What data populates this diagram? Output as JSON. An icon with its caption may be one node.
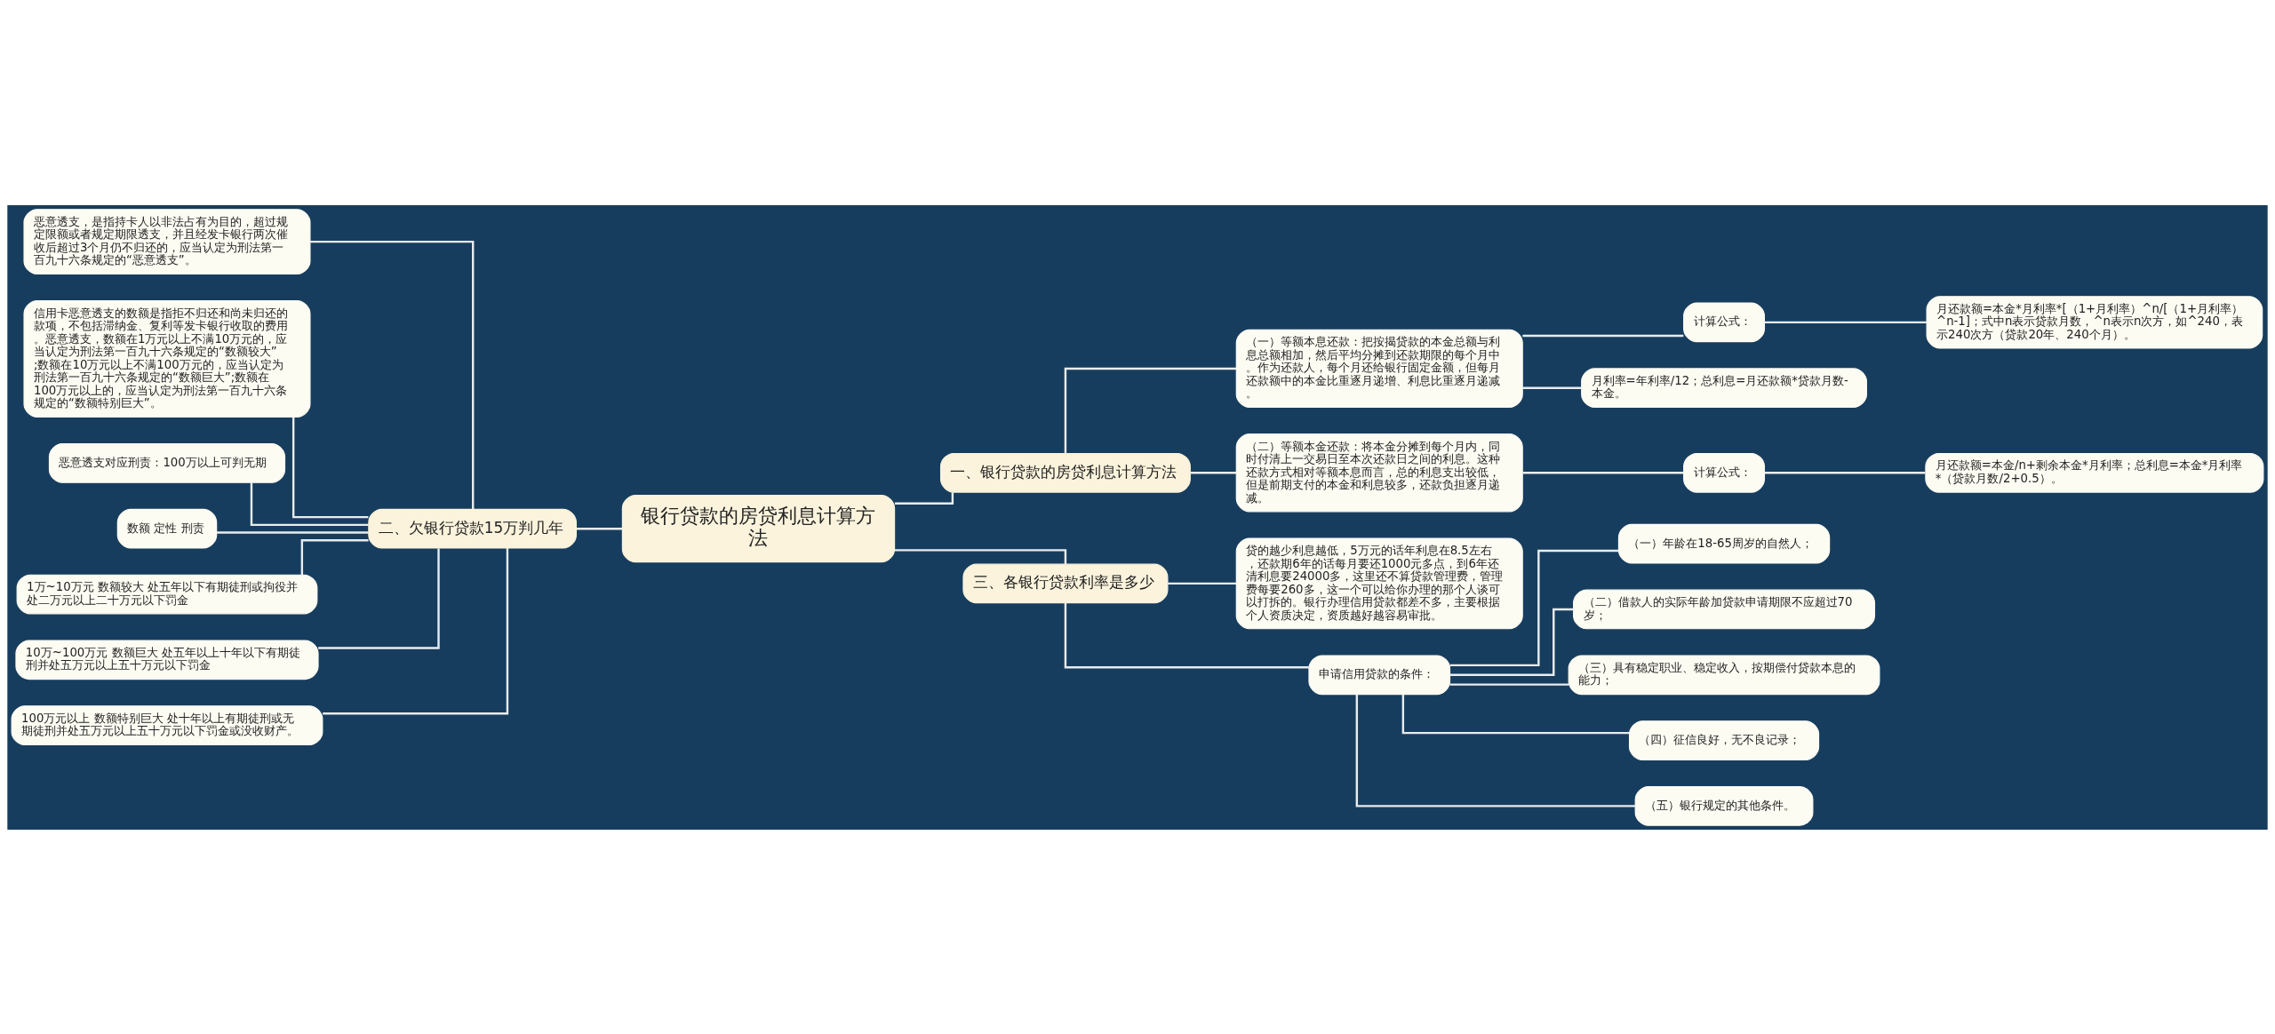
{
  "diagram": {
    "nodes": [
      {
        "text": [
          "银行贷款的房贷利息计算方法"
        ]
      },
      {
        "text": [
          "一、银行贷款的房贷利息计算方法"
        ]
      },
      {
        "text": [
          "（一）等额本息还款：把按揭贷款的本金总额与利息总额相加，然后平均分摊到还款期限的每个月中。作为还款人，每个月还给银行固定金额，但每月还款额中的本金比重逐月递增、利息比重逐月递减。"
        ]
      },
      {
        "text": [
          "计算公式："
        ]
      },
      {
        "text": [
          "月还款额=本金*月利率*[（1+月利率）^n/[（1+月利率）^n-1]；式中n表示贷款月数，^n表示n次方，如^240，表示240次方（贷款20年、240个月）。"
        ]
      },
      {
        "text": [
          "月利率=年利率/12；总利息=月还款额*贷款月数-本金。"
        ]
      },
      {
        "text": [
          "（二）等额本金还款：将本金分摊到每个月内，同时付清上一交易日至本次还款日之间的利息。这种还款方式相对等额本息而言，总的利息支出较低，但是前期支付的本金和利息较多，还款负担逐月递减。"
        ]
      },
      {
        "text": [
          "计算公式："
        ]
      },
      {
        "text": [
          "月还款额=本金/n+剩余本金*月利率；总利息=本金*月利率*（贷款月数/2+0.5）。"
        ]
      },
      {
        "text": [
          "二、欠银行贷款15万判几年"
        ]
      },
      {
        "text": [
          "恶意透支，是指持卡人以非法占有为目的，超过规定限额或者规定期限透支，并且经发卡银行两次催收后超过3个月仍不归还的，应当认定为刑法第一百九十六条规定的“恶意透支”。"
        ]
      },
      {
        "text": [
          "信用卡恶意透支的数额是指拒不归还和尚未归还的款项，不包括滞纳金、复利等发卡银行收取的费用。恶意透支，数额在1万元以上不满10万元的，应当认定为刑法第一百九十六条规定的“数额较大”;数额在10万元以上不满100万元的，应当认定为刑法第一百九十六条规定的“数额巨大”;数额在100万元以上的，应当认定为刑法第一百九十六条规定的“数额特别巨大”。"
        ]
      },
      {
        "text": [
          "恶意透支对应刑责：100万以上可判无期"
        ]
      },
      {
        "text": [
          "数额 定性 刑责"
        ]
      },
      {
        "text": [
          "1万~10万元 数额较大 处五年以下有期徒刑或拘役并处二万元以上二十万元以下罚金"
        ]
      },
      {
        "text": [
          "10万~100万元 数额巨大 处五年以上十年以下有期徒刑并处五万元以上五十万元以下罚金"
        ]
      },
      {
        "text": [
          "100万元以上 数额特别巨大 处十年以上有期徒刑或无期徒刑并处五万元以上五十万元以下罚金或没收财产。"
        ]
      },
      {
        "text": [
          "三、各银行贷款利率是多少"
        ]
      },
      {
        "text": [
          "贷的越少利息越低，5万元的话年利息在8.5左右，还款期6年的话每月要还1000元多点，到6年还清利息要24000多，这里还不算贷款管理费，管理费每要260多，这一个可以给你办理的那个人谈可以打拆的。银行办理信用贷款都差不多，主要根据个人资质决定，资质越好越容易审批。"
        ]
      },
      {
        "text": [
          "申请信用贷款的条件："
        ]
      },
      {
        "text": [
          "（一）年龄在18-65周岁的自然人；"
        ]
      },
      {
        "text": [
          "（二）借款人的实际年龄加贷款申请期限不应超过70岁；"
        ]
      },
      {
        "text": [
          "（三）具有稳定职业、稳定收入，按期偿付贷款本息的能力；"
        ]
      },
      {
        "text": [
          "（四）征信良好，无不良记录；"
        ]
      },
      {
        "text": [
          "（五）银行规定的其他条件。"
        ]
      }
    ],
    "edges": [
      {
        "from": 0,
        "to": 1,
        "arrow": "none"
      },
      {
        "from": 1,
        "to": 2,
        "arrow": "none"
      },
      {
        "from": 2,
        "to": 3,
        "arrow": "none"
      },
      {
        "from": 3,
        "to": 4,
        "arrow": "none"
      },
      {
        "from": 2,
        "to": 5,
        "arrow": "none"
      },
      {
        "from": 1,
        "to": 6,
        "arrow": "none"
      },
      {
        "from": 6,
        "to": 7,
        "arrow": "none"
      },
      {
        "from": 7,
        "to": 8,
        "arrow": "none"
      },
      {
        "from": 0,
        "to": 9,
        "arrow": "none"
      },
      {
        "from": 9,
        "to": 10,
        "arrow": "none"
      },
      {
        "from": 9,
        "to": 11,
        "arrow": "none"
      },
      {
        "from": 9,
        "to": 12,
        "arrow": "none"
      },
      {
        "from": 9,
        "to": 13,
        "arrow": "none"
      },
      {
        "from": 9,
        "to": 14,
        "arrow": "none"
      },
      {
        "from": 9,
        "to": 15,
        "arrow": "none"
      },
      {
        "from": 9,
        "to": 16,
        "arrow": "none"
      },
      {
        "from": 0,
        "to": 17,
        "arrow": "none"
      },
      {
        "from": 17,
        "to": 18,
        "arrow": "none"
      },
      {
        "from": 17,
        "to": 19,
        "arrow": "none"
      },
      {
        "from": 19,
        "to": 20,
        "arrow": "none"
      },
      {
        "from": 19,
        "to": 21,
        "arrow": "none"
      },
      {
        "from": 19,
        "to": 22,
        "arrow": "none"
      },
      {
        "from": 19,
        "to": 23,
        "arrow": "none"
      },
      {
        "from": 19,
        "to": 24,
        "arrow": "none"
      }
    ]
  }
}
